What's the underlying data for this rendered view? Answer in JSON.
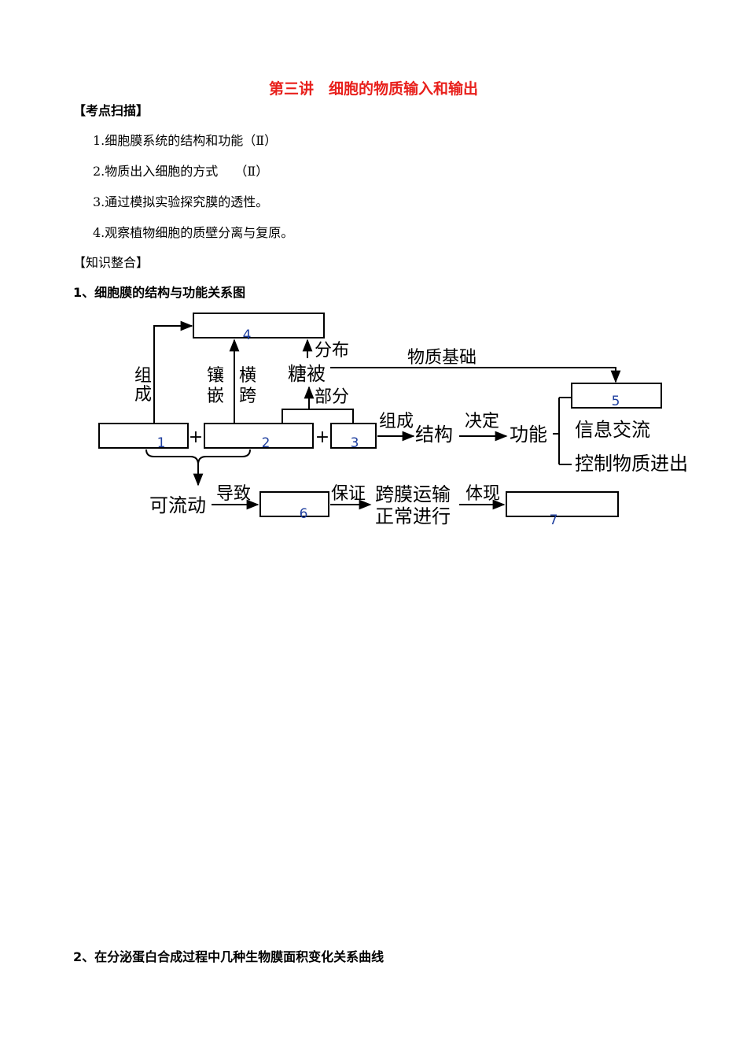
{
  "title": "第三讲　细胞的物质输入和输出",
  "sections": {
    "kaodian": "【考点扫描】",
    "zhishi": "【知识整合】"
  },
  "kaodian_items": [
    "1.细胞膜系统的结构和功能（Ⅱ）",
    "2.物质出入细胞的方式　 （Ⅱ）",
    "3.通过模拟实验探究膜的透性。",
    "4.观察植物细胞的质壁分离与复原。"
  ],
  "q1_title": "1、细胞膜的结构与功能关系图",
  "diagram": {
    "box_numbers": [
      "1",
      "2",
      "3",
      "4",
      "5",
      "6",
      "7"
    ],
    "labels": {
      "zucheng_v1": "组",
      "zucheng_v2": "成",
      "xiangqian_1": "镶",
      "xiangqian_2": "嵌",
      "hengkua_1": "横",
      "hengkua_2": "跨",
      "fenbu": "分布",
      "tangbei": "糖被",
      "bufen": "部分",
      "wuzhi_jichu": "物质基础",
      "plus": "+",
      "zucheng": "组成",
      "jiegou": "结构",
      "jueding": "决定",
      "gongneng": "功能",
      "xinxi": "信息交流",
      "kongzhi": "控制物质进出",
      "keliudong": "可流动",
      "daozhi": "导致",
      "baozheng": "保证",
      "kuamo_1": "跨膜运输",
      "kuamo_2": "正常进行",
      "tixian": "体现"
    }
  },
  "q2_title": "2、在分泌蛋白合成过程中几种生物膜面积变化关系曲线"
}
